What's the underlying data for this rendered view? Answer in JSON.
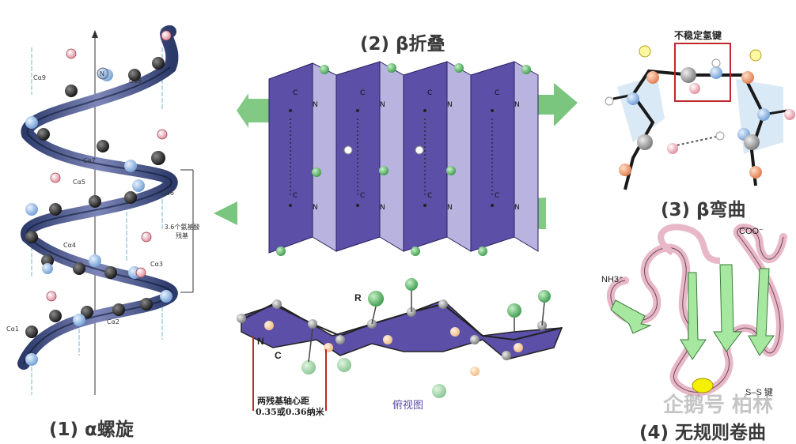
{
  "panels": {
    "alpha_helix": {
      "caption": "(1) α螺旋",
      "rise_label": "3.6个氨基酸残基",
      "n_label": "N",
      "ca_labels": [
        "Cα9",
        "Cα8",
        "Cα7",
        "Cα5",
        "Cα6",
        "Cα4",
        "Cα3",
        "Cα2",
        "Cα1"
      ]
    },
    "beta_sheet": {
      "caption": "(2) β折叠",
      "top_view_label": "俯视图",
      "distance_label_line1": "两残基轴心距",
      "distance_label_line2": "0.35或0.36纳米",
      "r_label": "R",
      "n_label": "N",
      "c_label": "C"
    },
    "beta_turn": {
      "caption": "(3) β弯曲",
      "unstable_bond_label": "不稳定氢键"
    },
    "random_coil": {
      "caption": "(4) 无规则卷曲",
      "nh3_label": "NH3⁺",
      "coo_label": "COO⁻",
      "ss_label": "S–S 键"
    }
  },
  "watermark": "企鹅号 柏林",
  "colors": {
    "sheet_purple": "#5b4fa8",
    "arrow_green": "#6cc070",
    "helix_dark": "#1e2a4a",
    "bond_red": "#c0282d"
  }
}
